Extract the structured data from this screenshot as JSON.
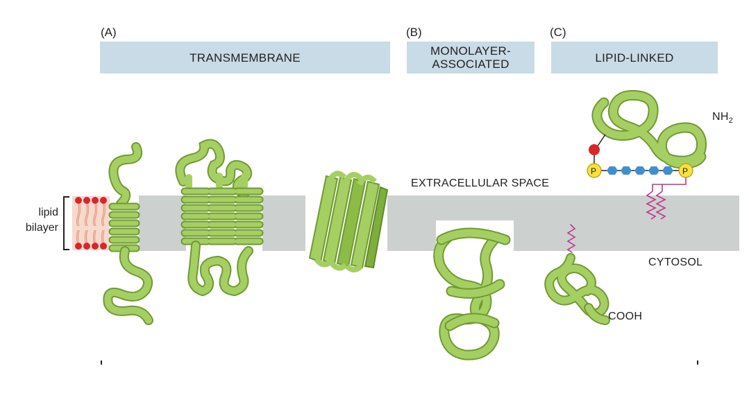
{
  "panels": [
    {
      "letter": "(A)",
      "header": "TRANSMEMBRANE"
    },
    {
      "letter": "(B)",
      "header": "MONOLAYER-\nASSOCIATED"
    },
    {
      "letter": "(C)",
      "header": "LIPID-LINKED"
    }
  ],
  "labels": {
    "lipid_bilayer": "lipid\nbilayer",
    "extracellular": "EXTRACELLULAR SPACE",
    "cytosol": "CYTOSOL",
    "nh2_main": "NH",
    "nh2_sub": "2",
    "cooh": "COOH",
    "phosphate": "P"
  },
  "colors": {
    "membrane": "#ccd1cf",
    "protein": "#a6cf63",
    "protein_dark": "#6f9a32",
    "lipid_head": "#d9262a",
    "lipid_tail": "#f2b9a7",
    "header_bg": "#c8dbe6",
    "anchor": "#c2338b",
    "sugar": "#3f8fd0",
    "phosphate": "#f6e23a"
  }
}
